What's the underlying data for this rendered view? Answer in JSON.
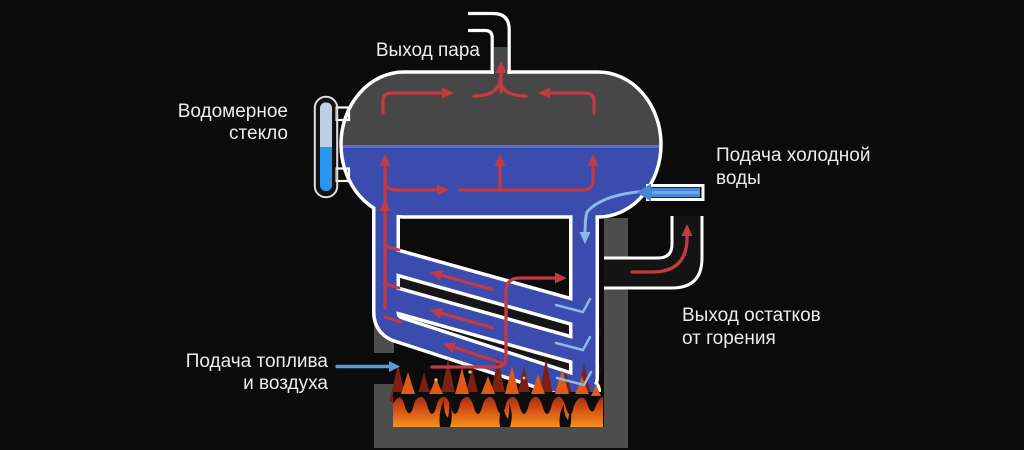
{
  "labels": {
    "steam_outlet": "Выход пара",
    "gauge_glass": [
      "Водомерное",
      "стекло"
    ],
    "cold_water": [
      "Подача холодной",
      "воды"
    ],
    "combustion_residue": [
      "Выход остатков",
      "от горения"
    ],
    "fuel_air": [
      "Подача топлива",
      "и воздуха"
    ]
  },
  "colors": {
    "background": "#0b0b0c",
    "outline": "#ffffff",
    "drum_steam": "#474747",
    "water": "#3c4bae",
    "water_surface": "#5b6fd0",
    "arrow_red": "#c43a42",
    "flow_blue": "#8ab8e8",
    "supply_blue": "#4886d8",
    "supply_core": "#71a9e6",
    "fuel_arrow": "#5b9bd5",
    "gauge_top": "#bdd0e4",
    "gauge_bottom": "#2897f0",
    "wall_gray": "#4d4d4d",
    "duct_interior": "#141414",
    "fire_top": "#8f2117",
    "fire_mid": "#d14a12",
    "fire_bottom": "#f5921e",
    "flame_back": "#7c2014",
    "flame_dark": "#0d0d0d",
    "flame_tip": "#e05a15",
    "spark": "#f8c83c"
  }
}
